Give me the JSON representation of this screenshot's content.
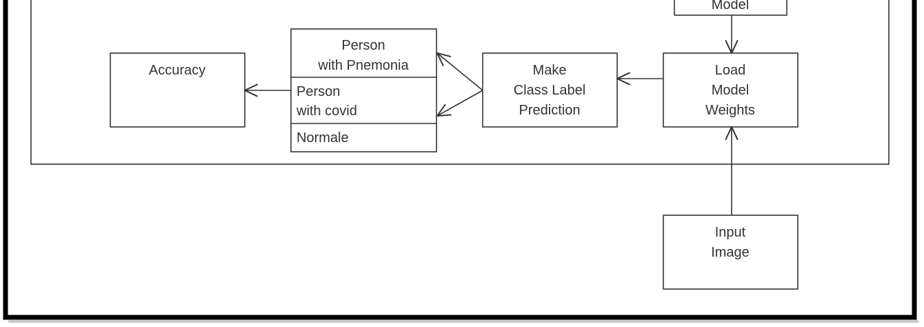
{
  "nodes": {
    "model": {
      "label": "Model"
    },
    "load_weights": {
      "lines": [
        "Load",
        "Model",
        "Weights"
      ]
    },
    "predict": {
      "lines": [
        "Make",
        "Class Label",
        "Prediction"
      ]
    },
    "classes": {
      "items": [
        {
          "lines": [
            "Person",
            "with Pnemonia"
          ]
        },
        {
          "lines": [
            "Person",
            "with covid"
          ]
        },
        {
          "lines": [
            "Normale"
          ]
        }
      ]
    },
    "accuracy": {
      "label": "Accuracy"
    },
    "input_image": {
      "lines": [
        "Input",
        "Image"
      ]
    }
  },
  "colors": {
    "line": "#333333",
    "frame": "#000000"
  }
}
